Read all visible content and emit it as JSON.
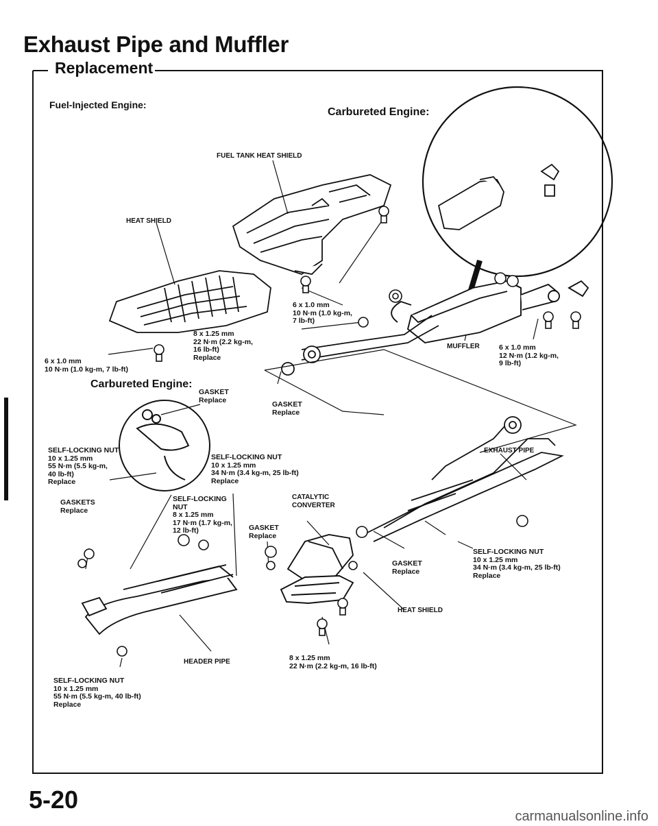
{
  "page": {
    "title": "Exhaust Pipe and Muffler",
    "section": "Replacement",
    "page_number": "5-20",
    "watermark": "carmanualsonline.info"
  },
  "captions": {
    "fuel_injected": "Fuel-Injected Engine:",
    "carbureted_top": "Carbureted Engine:",
    "carbureted_mid": "Carbureted Engine:"
  },
  "labels": {
    "fuel_tank_heat_shield": "FUEL TANK HEAT SHIELD",
    "heat_shield_top": "HEAT SHIELD",
    "muffler": "MUFFLER",
    "exhaust_pipe": "EXHAUST PIPE",
    "catalytic_converter_1": "CATALYTIC",
    "catalytic_converter_2": "CONVERTER",
    "header_pipe": "HEADER PIPE",
    "heat_shield_bottom": "HEAT SHIELD",
    "gasket_replace_a": "GASKET\nReplace",
    "gasket_replace_b": "GASKET\nReplace",
    "gaskets_replace": "GASKETS\nReplace",
    "gasket_replace_c": "GASKET\nReplace",
    "gasket_replace_d": "GASKET\nReplace"
  },
  "specs": {
    "s1": "6 x 1.0 mm\n10 N·m (1.0 kg-m,\n7 lb-ft)",
    "s2": "8 x 1.25 mm\n22 N·m (2.2 kg-m,\n16 lb-ft)\nReplace",
    "s3": "6 x 1.0 mm\n10 N·m (1.0 kg-m, 7 lb-ft)",
    "s4": "6 x 1.0 mm\n12 N·m (1.2 kg-m,\n9 lb-ft)",
    "s5": "SELF-LOCKING NUT\n10 x 1.25 mm\n55 N·m (5.5 kg-m,\n40 lb-ft)\nReplace",
    "s6": "SELF-LOCKING NUT\n10 x 1.25 mm\n34 N·m (3.4 kg-m, 25 lb-ft)\nReplace",
    "s7": "SELF-LOCKING\nNUT\n8 x 1.25 mm\n17 N·m (1.7 kg-m,\n12 lb-ft)",
    "s8": "SELF-LOCKING NUT\n10 x 1.25 mm\n34 N·m (3.4 kg-m, 25 lb-ft)\nReplace",
    "s9": "8 x 1.25 mm\n22 N·m (2.2 kg-m, 16 lb-ft)",
    "s10": "SELF-LOCKING NUT\n10 x 1.25 mm\n55 N·m (5.5 kg-m, 40 lb-ft)\nReplace"
  }
}
